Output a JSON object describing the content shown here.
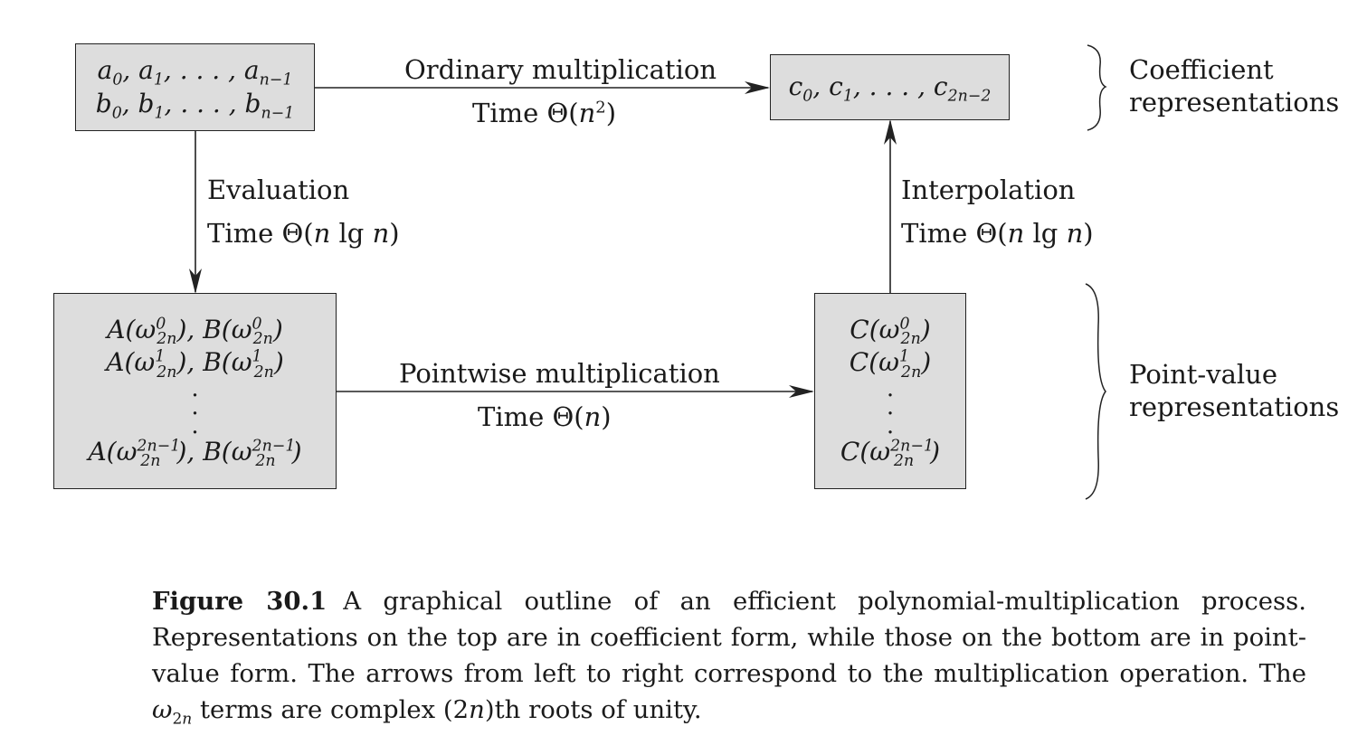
{
  "boxes": {
    "input": {
      "line1": "a₀, a₁, . . . , aₙ₋₁",
      "line2": "b₀, b₁, . . . , bₙ₋₁"
    },
    "output": {
      "line1": "c₀, c₁, . . . , c₂ₙ₋₂"
    },
    "pointvalue_ab": {
      "row_count_text": [
        "A(ω⁰₂ₙ), B(ω⁰₂ₙ)",
        "A(ω¹₂ₙ), B(ω¹₂ₙ)",
        "⋮",
        "A(ω²ⁿ⁻¹₂ₙ), B(ω²ⁿ⁻¹₂ₙ)"
      ]
    },
    "pointvalue_c": {
      "row_count_text": [
        "C(ω⁰₂ₙ)",
        "C(ω¹₂ₙ)",
        "⋮",
        "C(ω²ⁿ⁻¹₂ₙ)"
      ]
    }
  },
  "edges": {
    "ordinary": {
      "label": "Ordinary multiplication",
      "time": "Time Θ(n²)"
    },
    "evaluation": {
      "label": "Evaluation",
      "time": "Time Θ(n lg n)"
    },
    "interpolation": {
      "label": "Interpolation",
      "time": "Time Θ(n lg n)"
    },
    "pointwise": {
      "label": "Pointwise multiplication",
      "time": "Time Θ(n)"
    }
  },
  "side_labels": {
    "coefficient": {
      "line1": "Coefficient",
      "line2": "representations"
    },
    "pointvalue": {
      "line1": "Point-value",
      "line2": "representations"
    }
  },
  "caption": {
    "figure_number": "Figure 30.1",
    "text_part1": "A graphical outline of an efficient polynomial-multiplication process. Representations on the top are in coefficient form, while those on the bottom are in point-value form. The arrows from left to right correspond to the multiplication operation. The ",
    "omega": "ω₂ₙ",
    "text_part2": " terms are complex (2n)th roots of unity."
  },
  "colors": {
    "box_fill": "#dddddd",
    "stroke": "#222222"
  }
}
